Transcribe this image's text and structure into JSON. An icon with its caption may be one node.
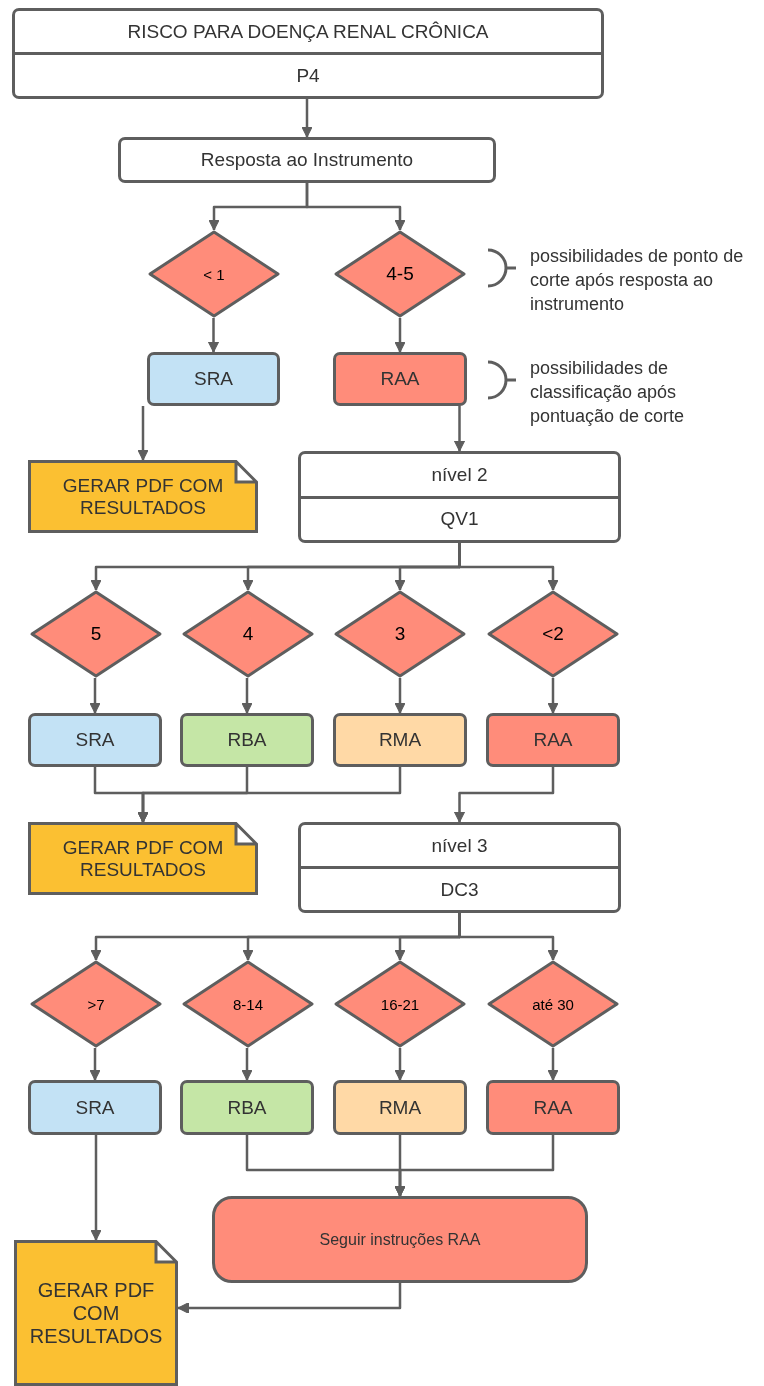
{
  "diagram": {
    "nodes": [
      {
        "text": [
          "RISCO PARA DOENÇA RENAL CRÔNICA",
          "P4"
        ]
      },
      {
        "text": [
          "Resposta ao Instrumento"
        ]
      },
      {
        "text": [
          "< 1"
        ]
      },
      {
        "text": [
          "4-5"
        ]
      },
      {
        "text": [
          "SRA"
        ]
      },
      {
        "text": [
          "RAA"
        ]
      },
      {
        "text": [
          "GERAR PDF COM RESULTADOS"
        ]
      },
      {
        "text": [
          "nível 2",
          "QV1"
        ]
      },
      {
        "text": [
          "5"
        ]
      },
      {
        "text": [
          "4"
        ]
      },
      {
        "text": [
          "3"
        ]
      },
      {
        "text": [
          "<2"
        ]
      },
      {
        "text": [
          "SRA"
        ]
      },
      {
        "text": [
          "RBA"
        ]
      },
      {
        "text": [
          "RMA"
        ]
      },
      {
        "text": [
          "RAA"
        ]
      },
      {
        "text": [
          "GERAR PDF COM RESULTADOS"
        ]
      },
      {
        "text": [
          "nível 3",
          "DC3"
        ]
      },
      {
        "text": [
          ">7"
        ]
      },
      {
        "text": [
          "8-14"
        ]
      },
      {
        "text": [
          "16-21"
        ]
      },
      {
        "text": [
          "até 30"
        ]
      },
      {
        "text": [
          "SRA"
        ]
      },
      {
        "text": [
          "RBA"
        ]
      },
      {
        "text": [
          "RMA"
        ]
      },
      {
        "text": [
          "RAA"
        ]
      },
      {
        "text": [
          "Seguir instruções RAA"
        ]
      },
      {
        "text": [
          "GERAR PDF COM RESULTADOS"
        ]
      }
    ],
    "edges": [
      {
        "from": 0,
        "to": 1,
        "arrow": "to"
      },
      {
        "from": 1,
        "to": 2,
        "arrow": "to"
      },
      {
        "from": 1,
        "to": 3,
        "arrow": "to"
      },
      {
        "from": 2,
        "to": 4,
        "arrow": "to"
      },
      {
        "from": 3,
        "to": 5,
        "arrow": "to"
      },
      {
        "from": 4,
        "to": 6,
        "arrow": "to"
      },
      {
        "from": 5,
        "to": 7,
        "arrow": "to"
      },
      {
        "from": 7,
        "to": 8,
        "arrow": "to"
      },
      {
        "from": 7,
        "to": 9,
        "arrow": "to"
      },
      {
        "from": 7,
        "to": 10,
        "arrow": "to"
      },
      {
        "from": 7,
        "to": 11,
        "arrow": "to"
      },
      {
        "from": 8,
        "to": 12,
        "arrow": "to"
      },
      {
        "from": 9,
        "to": 13,
        "arrow": "to"
      },
      {
        "from": 10,
        "to": 14,
        "arrow": "to"
      },
      {
        "from": 11,
        "to": 15,
        "arrow": "to"
      },
      {
        "from": 12,
        "to": 16,
        "arrow": "to"
      },
      {
        "from": 13,
        "to": 16,
        "arrow": "to"
      },
      {
        "from": 14,
        "to": 16,
        "arrow": "to"
      },
      {
        "from": 15,
        "to": 17,
        "arrow": "to"
      },
      {
        "from": 17,
        "to": 18,
        "arrow": "to"
      },
      {
        "from": 17,
        "to": 19,
        "arrow": "to"
      },
      {
        "from": 17,
        "to": 20,
        "arrow": "to"
      },
      {
        "from": 17,
        "to": 21,
        "arrow": "to"
      },
      {
        "from": 18,
        "to": 22,
        "arrow": "to"
      },
      {
        "from": 19,
        "to": 23,
        "arrow": "to"
      },
      {
        "from": 20,
        "to": 24,
        "arrow": "to"
      },
      {
        "from": 21,
        "to": 25,
        "arrow": "to"
      },
      {
        "from": 22,
        "to": 27,
        "arrow": "to"
      },
      {
        "from": 23,
        "to": 26,
        "arrow": "to"
      },
      {
        "from": 24,
        "to": 26,
        "arrow": "to"
      },
      {
        "from": 25,
        "to": 26,
        "arrow": "to"
      },
      {
        "from": 26,
        "to": 27,
        "arrow": "to"
      }
    ],
    "labels": [
      "possibilidades de ponto de corte após resposta ao instrumento",
      "possibilidades de classificação após pontuação de corte"
    ]
  }
}
